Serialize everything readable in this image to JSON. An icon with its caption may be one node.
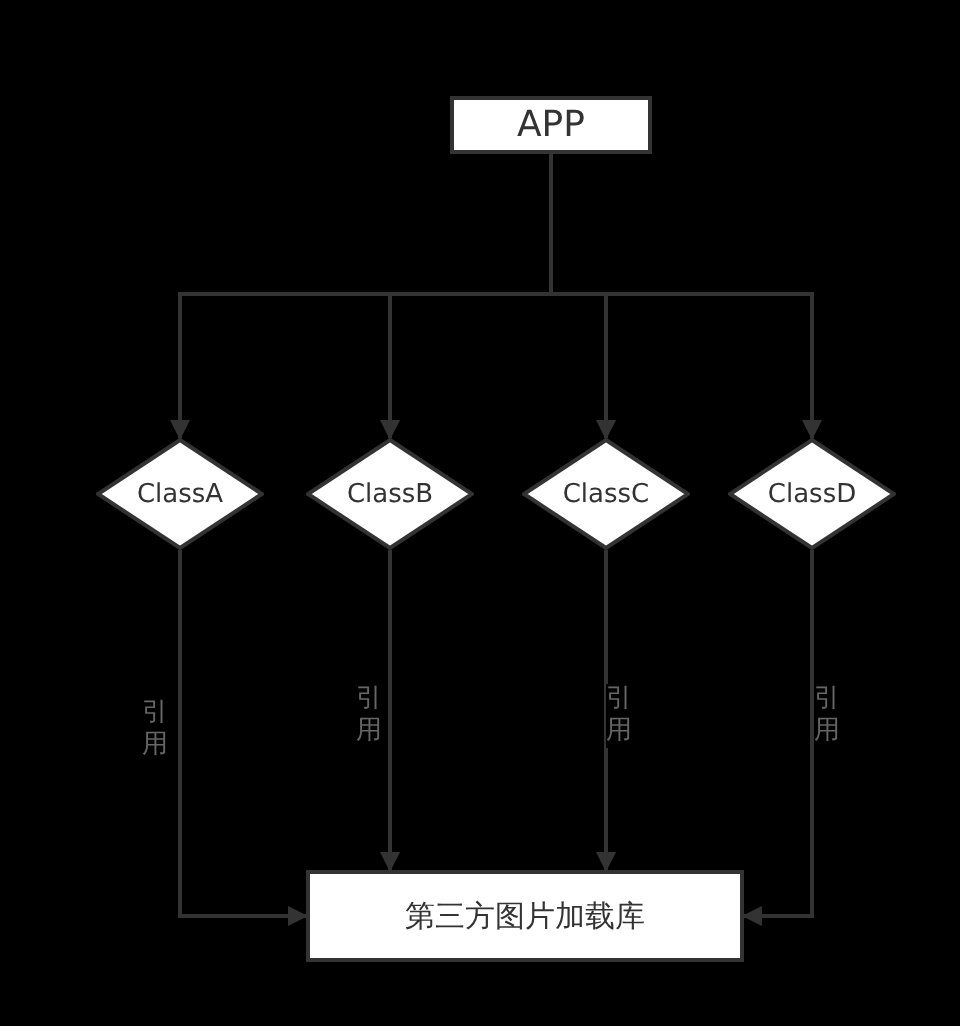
{
  "diagram": {
    "nodes": [
      {
        "text": [
          "APP"
        ]
      },
      {
        "text": [
          "ClassA"
        ]
      },
      {
        "text": [
          "ClassB"
        ]
      },
      {
        "text": [
          "ClassC"
        ]
      },
      {
        "text": [
          "ClassD"
        ]
      },
      {
        "text": [
          "第三方图片加载库"
        ]
      }
    ],
    "edges": [
      {
        "from": 0,
        "to": 1,
        "arrow": "to"
      },
      {
        "from": 0,
        "to": 2,
        "arrow": "to"
      },
      {
        "from": 0,
        "to": 3,
        "arrow": "to"
      },
      {
        "from": 0,
        "to": 4,
        "arrow": "to"
      },
      {
        "from": 1,
        "to": 5,
        "arrow": "to",
        "label": "引用"
      },
      {
        "from": 2,
        "to": 5,
        "arrow": "to",
        "label": "引用"
      },
      {
        "from": 3,
        "to": 5,
        "arrow": "to",
        "label": "引用"
      },
      {
        "from": 4,
        "to": 5,
        "arrow": "to",
        "label": "引用"
      }
    ]
  }
}
